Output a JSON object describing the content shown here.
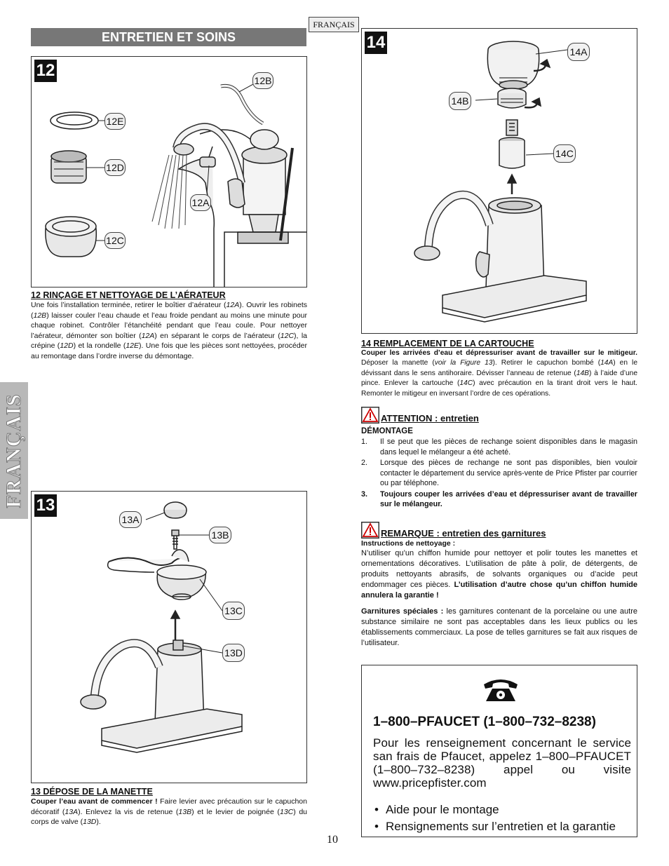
{
  "lang_tag": "FRANÇAIS",
  "header": "ENTRETIEN ET SOINS",
  "side_tab": "FRANÇAIS",
  "fig12": {
    "number": "12",
    "callouts": {
      "a": "12A",
      "b": "12B",
      "c": "12C",
      "d": "12D",
      "e": "12E"
    },
    "title": "12  RINÇAGE ET NETTOYAGE DE L’AÉRATEUR",
    "text": [
      "Une fois l’installation terminée, retirer le boîtier d’aérateur (",
      "12A",
      "). Ouvrir les robinets (",
      "12B",
      ") laisser couler l’eau chaude et l’eau froide pendant au moins une minute pour chaque robinet. Contrôler l’étanchéité pendant que l’eau coule. Pour nettoyer l’aérateur, démonter son boîtier (",
      "12A",
      ") en séparant le corps de l’aérateur (",
      "12C",
      "), la crépine (",
      "12D",
      ") et la rondelle (",
      "12E",
      "). Une fois que les pièces sont nettoyées, procéder au remontage dans l’ordre inverse du démontage."
    ]
  },
  "fig13": {
    "number": "13",
    "callouts": {
      "a": "13A",
      "b": "13B",
      "c": "13C",
      "d": "13D"
    },
    "title": "13  DÉPOSE DE LA MANETTE",
    "lead": "Couper l’eau avant de commencer !",
    "text": [
      " Faire levier avec précaution sur le capuchon décoratif (",
      "13A",
      "). Enlevez la vis de retenue (",
      "13B",
      ") et le levier de poignée (",
      "13C",
      ") du corps de valve (",
      "13D",
      ")."
    ]
  },
  "fig14": {
    "number": "14",
    "callouts": {
      "a": "14A",
      "b": "14B",
      "c": "14C"
    },
    "title": "14  REMPLACEMENT DE LA CARTOUCHE",
    "lead": "Couper les arrivées d’eau et dépressuriser avant de travailler sur le mitigeur.",
    "text": [
      " Déposer la manette (",
      "voir la Figure 13",
      "). Retirer le capuchon bombé (",
      "14A",
      ") en le dévissant dans le sens antihoraire. Dévisser l’anneau de retenue (",
      "14B",
      ") à l’aide d’une pince. Enlever la cartouche (",
      "14C",
      ") avec précaution en la tirant droit vers le haut. Remonter le mitigeur en inversant l’ordre de ces opérations."
    ]
  },
  "attention": {
    "title": "ATTENTION : entretien",
    "subtitle": "DÉMONTAGE",
    "items": [
      {
        "n": "1.",
        "t": "Il se peut que les pièces de rechange soient disponibles dans le magasin dans lequel le mélangeur a été acheté."
      },
      {
        "n": "2.",
        "t": "Lorsque des pièces de rechange ne sont pas disponibles, bien vouloir contacter le département du service après-vente de Price Pfister par courrier ou par téléphone."
      },
      {
        "n": "3.",
        "t": "Toujours couper les arrivées d’eau et dépressuriser avant de travailler sur le mélangeur."
      }
    ]
  },
  "remarque": {
    "title": "REMARQUE : entretien des garnitures",
    "subtitle": "Instructions de nettoyage :",
    "text": "N’utiliser qu’un chiffon humide pour nettoyer et polir toutes les manettes et ornementations décoratives. L’utilisation de pâte à polir, de détergents, de produits nettoyants abrasifs, de solvants organiques ou d’acide peut endommager ces pièces.",
    "text_bold": " L’utilisation d’autre chose qu’un chiffon humide annulera la garantie !",
    "special_lead": "Garnitures spéciales :",
    "special_text": " les garnitures contenant de la porcelaine ou une autre substance similaire ne sont pas acceptables dans les lieux publics ou les établissements commerciaux. La pose de telles garnitures se fait aux risques de l’utilisateur."
  },
  "contact": {
    "icon": "telephone-icon",
    "phone": "1–800–PFAUCET (1–800–732–8238)",
    "paragraph": "Pour les renseignement concernant le service san frais de Pfaucet, appelez 1–800–PFAUCET (1–800–732–8238) appel ou visite www.pricepfister.com",
    "bullets": [
      "Aide pour le montage",
      "Rensignements sur l’entretien et la garantie"
    ]
  },
  "page_number": "10"
}
